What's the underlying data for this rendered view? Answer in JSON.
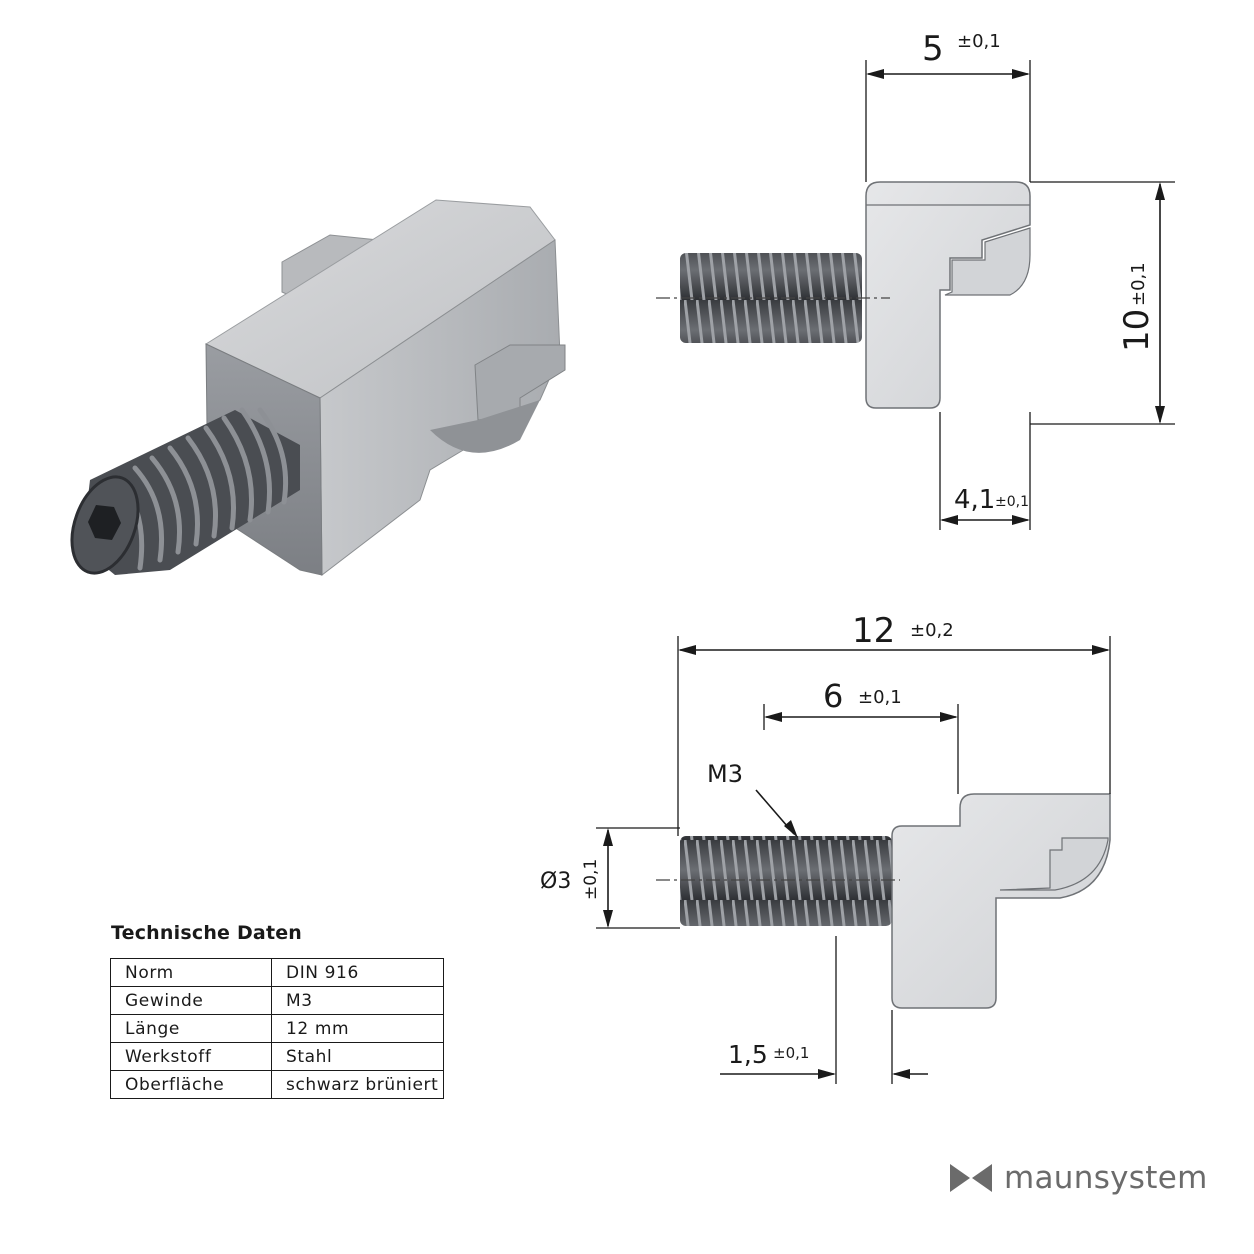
{
  "dimensions": {
    "top_width": {
      "value": "5",
      "tol": "±0,1"
    },
    "height": {
      "value": "10",
      "tol": "±0,1"
    },
    "body_depth": {
      "value": "4,1",
      "tol": "±0,1"
    },
    "total_length": {
      "value": "12",
      "tol": "±0,2"
    },
    "thread_length": {
      "value": "6",
      "tol": "±0,1"
    },
    "thread_label": "M3",
    "diameter": {
      "value": "Ø3",
      "tol": "±0,1"
    },
    "offset": {
      "value": "1,5",
      "tol": "±0,1"
    }
  },
  "tech": {
    "title": "Technische Daten",
    "rows": [
      {
        "key": "Norm",
        "value": "DIN 916"
      },
      {
        "key": "Gewinde",
        "value": "M3"
      },
      {
        "key": "Länge",
        "value": "12 mm"
      },
      {
        "key": "Werkstoff",
        "value": "Stahl"
      },
      {
        "key": "Oberfläche",
        "value": "schwarz brüniert"
      }
    ]
  },
  "brand": {
    "name": "maunsystem",
    "logo_color": "#6b6b6b"
  }
}
